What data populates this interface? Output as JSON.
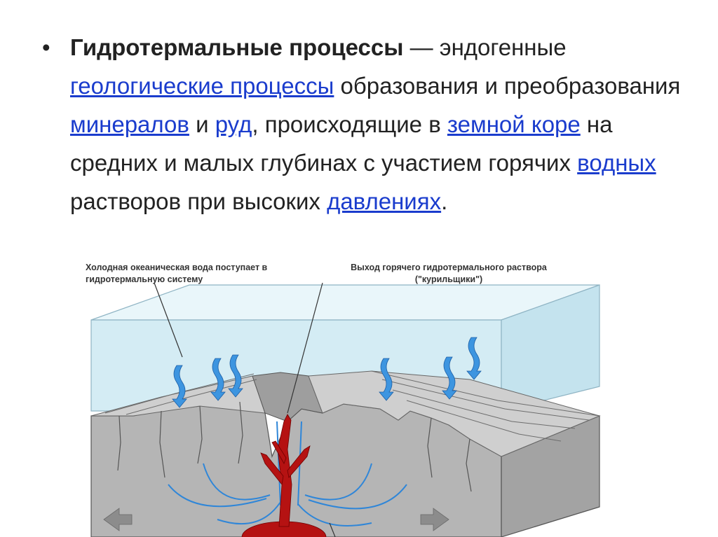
{
  "bullet": "•",
  "paragraph": {
    "term": "Гидротермальные процессы",
    "t1": " — эндогенные ",
    "link_geologic": "геологические процессы",
    "t2": " образования и преобразования ",
    "link_minerals": "минералов",
    "t3": " и ",
    "link_ores": "руд",
    "t4": ", происходящие в ",
    "link_crust": "земной коре",
    "t5": " на средних и малых глубинах с участием горячих ",
    "link_water": "водных",
    "t6": " растворов при высоких ",
    "link_pressure": "давлениях",
    "t7": "."
  },
  "diagram": {
    "label_cold_line1": "Холодная океаническая вода поступает в",
    "label_cold_line2": "гидротермальную систему",
    "label_hot_line1": "Выход горячего гидротермального раствора",
    "label_hot_line2": "(\"курильщики\")",
    "colors": {
      "water": "#d9eef5",
      "rock_top": "#c9c9c9",
      "rock_front": "#b4b4b4",
      "flow_arrows": "#2f86d8",
      "magma": "#b51212"
    }
  }
}
